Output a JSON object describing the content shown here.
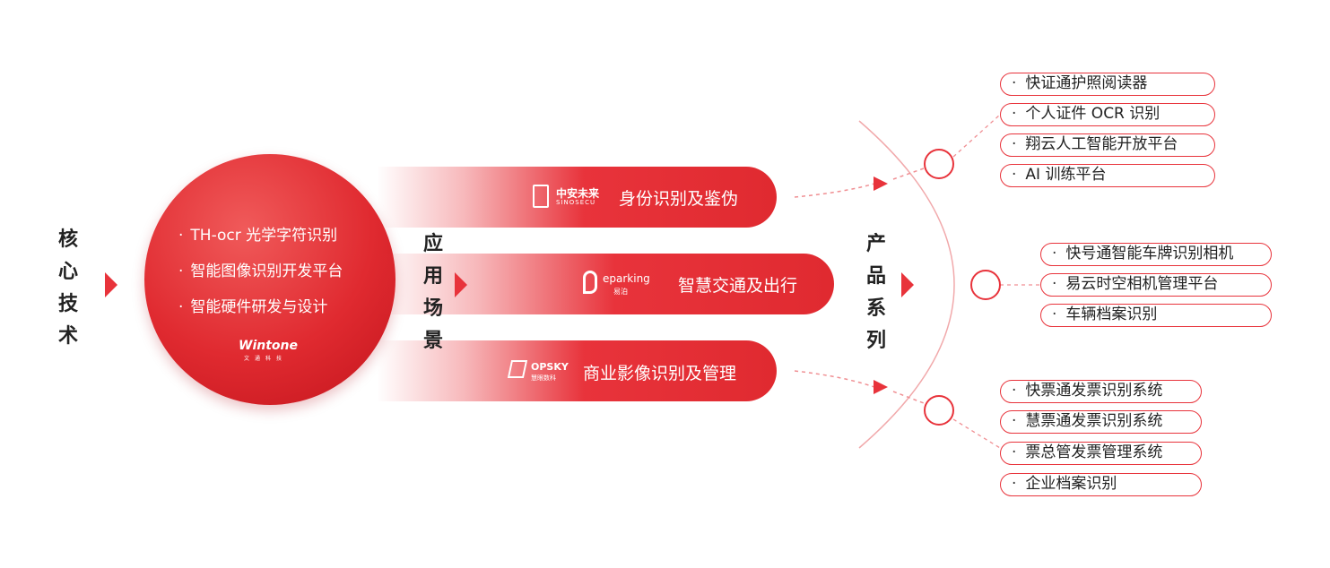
{
  "core_label": [
    "核",
    "心",
    "技",
    "术"
  ],
  "core_items": [
    "TH-ocr 光学字符识别",
    "智能图像识别开发平台",
    "智能硬件研发与设计"
  ],
  "core_logo": {
    "name": "Wintone",
    "sub": "文通科技"
  },
  "app_label": [
    "应",
    "用",
    "场",
    "景"
  ],
  "apps": [
    {
      "brand": "中安未来",
      "brand_sub": "SINOSECU",
      "label": "身份识别及鉴伪"
    },
    {
      "brand": "eparking",
      "brand_sub": "易泊",
      "label": "智慧交通及出行"
    },
    {
      "brand": "OPSKY",
      "brand_sub": "慧眼数科",
      "label": "商业影像识别及管理"
    }
  ],
  "product_label": [
    "产",
    "品",
    "系",
    "列"
  ],
  "products": [
    [
      "快证通护照阅读器",
      "个人证件 OCR 识别",
      "翔云人工智能开放平台",
      "AI 训练平台"
    ],
    [
      "快号通智能车牌识别相机",
      "易云时空相机管理平台",
      "车辆档案识别"
    ],
    [
      "快票通发票识别系统",
      "慧票通发票识别系统",
      "票总管发票管理系统",
      "企业档案识别"
    ]
  ],
  "colors": {
    "accent": "#e8333b",
    "dark_red": "#c2141c"
  }
}
